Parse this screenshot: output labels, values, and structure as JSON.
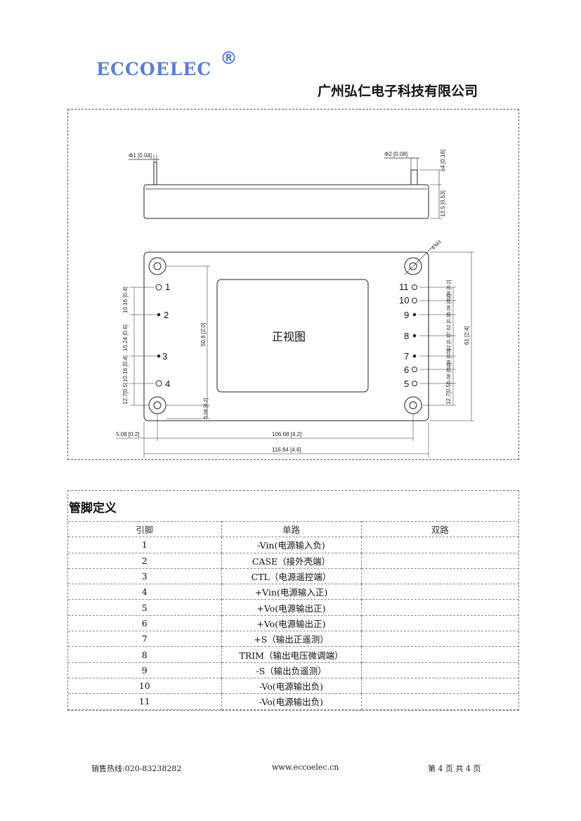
{
  "header": {
    "logo": "ECCOELEC",
    "logo_mark": "®",
    "company": "广州弘仁电子科技有限公司"
  },
  "drawing": {
    "side_view": {
      "pin1_label": "Φ1 [0.04]",
      "pin2_label": "Φ2 [0.08]",
      "pin_height": "≥4 [0.16]",
      "body_height": "13.5 [0.53]"
    },
    "front_view": {
      "center_label": "正视图",
      "mount_label": "4-M3",
      "left_pins": [
        "1",
        "2",
        "3",
        "4"
      ],
      "right_pins": [
        "11",
        "10",
        "9",
        "8",
        "7",
        "6",
        "5"
      ],
      "left_dims": [
        "10.16 [0.4]",
        "15.24 [0.6]",
        "10.16 [0.4]",
        "12.7[0.5]"
      ],
      "vertical_inner": "50.8 [2.0]",
      "bottom_small": "5.08 [0.2]",
      "right_dims": [
        "5.08 [0.2]",
        "5.08 [0.2]",
        "7.62 [0.3]",
        "7.62 [0.3]",
        "5.08 [0.2]",
        "5.08 [0.2]",
        "12.7[0.5]"
      ],
      "overall_height": "61 [2.4]",
      "offset_left": "5.08 [0.2]",
      "hole_span": "106.68 [4.2]",
      "overall_width": "116.84 [4.6]"
    }
  },
  "pin_table": {
    "title": "管脚定义",
    "headers": [
      "引脚",
      "单路",
      "双路"
    ],
    "rows": [
      [
        "1",
        "-Vin(电源输入负)",
        ""
      ],
      [
        "2",
        "CASE（接外壳端）",
        ""
      ],
      [
        "3",
        "CTL（电源遥控端）",
        ""
      ],
      [
        "4",
        "+Vin(电源输入正)",
        ""
      ],
      [
        "5",
        "+Vo(电源输出正)",
        ""
      ],
      [
        "6",
        "+Vo(电源输出正)",
        ""
      ],
      [
        "7",
        "+S（输出正遥测）",
        ""
      ],
      [
        "8",
        "TRIM（输出电压微调端）",
        ""
      ],
      [
        "9",
        "-S（输出负遥测）",
        ""
      ],
      [
        "10",
        "-Vo(电源输出负)",
        ""
      ],
      [
        "11",
        "-Vo(电源输出负)",
        ""
      ]
    ]
  },
  "footer": {
    "hotline": "销售热线:020-83238282",
    "website": "www.eccoelec.cn",
    "page": "第 4 页 共 4 页"
  }
}
